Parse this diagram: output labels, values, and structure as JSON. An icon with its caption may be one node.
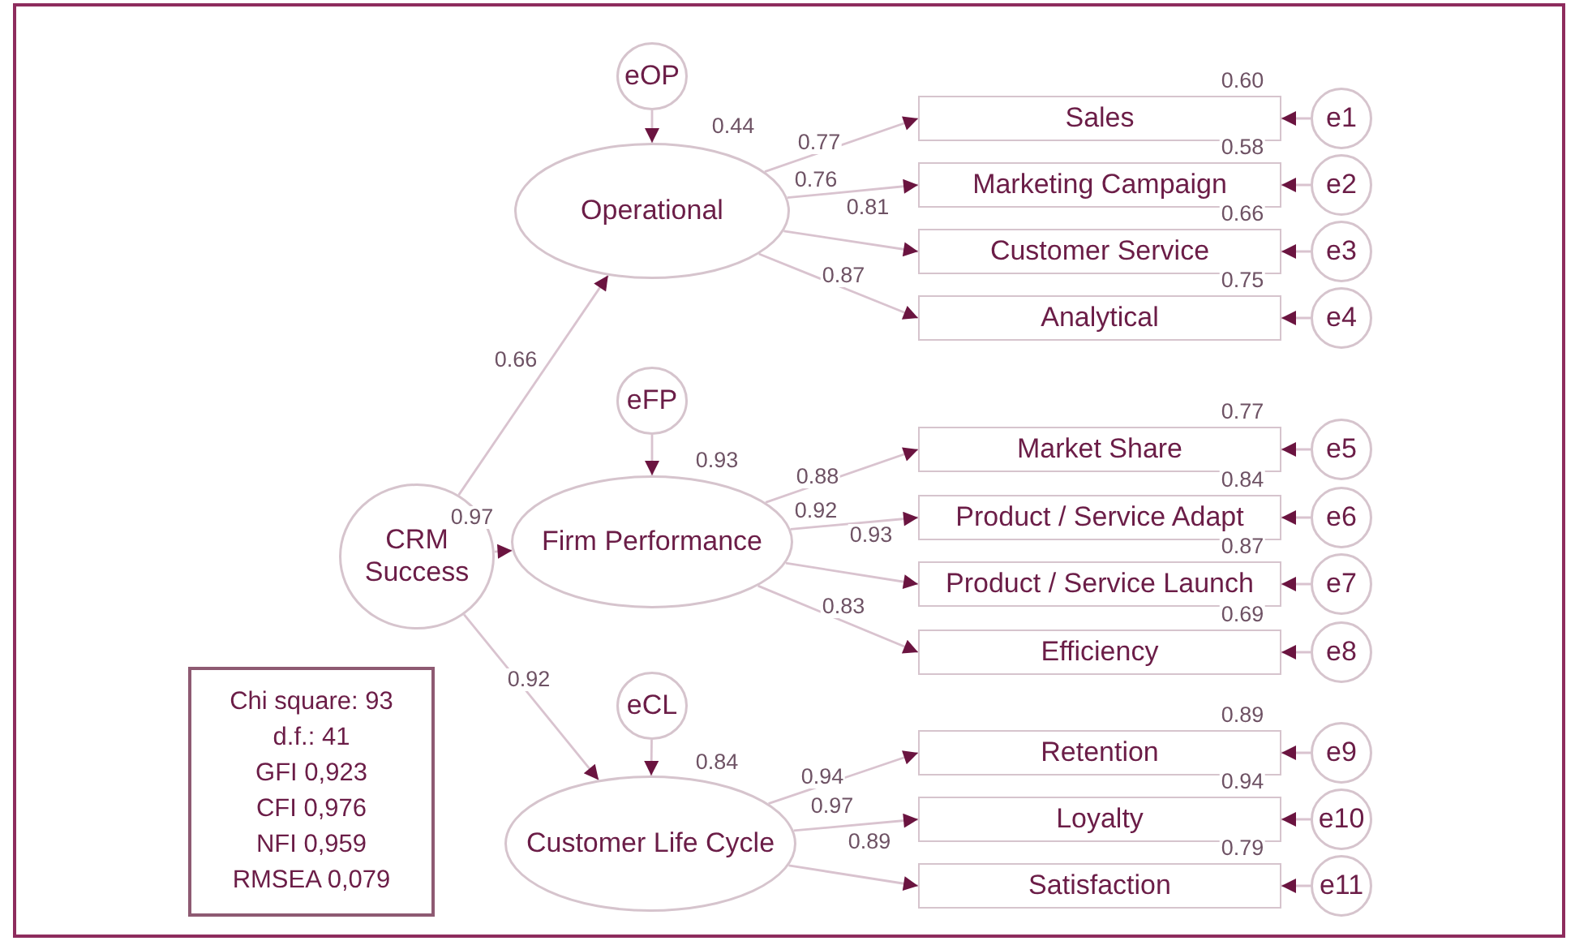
{
  "diagram": {
    "nodes": [
      {
        "text": [
          "CRM Success"
        ]
      },
      {
        "text": [
          "eOP"
        ]
      },
      {
        "text": [
          "Operational"
        ],
        "beside": [
          "0.44"
        ]
      },
      {
        "text": [
          "eFP"
        ]
      },
      {
        "text": [
          "Firm Performance"
        ],
        "beside": [
          "0.93"
        ]
      },
      {
        "text": [
          "eCL"
        ]
      },
      {
        "text": [
          "Customer Life Cycle"
        ],
        "beside": [
          "0.84"
        ]
      },
      {
        "text": [
          "Sales"
        ],
        "beside": [
          "0.60"
        ]
      },
      {
        "text": [
          "Marketing Campaign"
        ],
        "beside": [
          "0.58"
        ]
      },
      {
        "text": [
          "Customer Service"
        ],
        "beside": [
          "0.66"
        ]
      },
      {
        "text": [
          "Analytical"
        ],
        "beside": [
          "0.75"
        ]
      },
      {
        "text": [
          "Market Share"
        ],
        "beside": [
          "0.77"
        ]
      },
      {
        "text": [
          "Product / Service Adapt"
        ],
        "beside": [
          "0.84"
        ]
      },
      {
        "text": [
          "Product / Service Launch"
        ],
        "beside": [
          "0.87"
        ]
      },
      {
        "text": [
          "Efficiency"
        ],
        "beside": [
          "0.69"
        ]
      },
      {
        "text": [
          "Retention"
        ],
        "beside": [
          "0.89"
        ]
      },
      {
        "text": [
          "Loyalty"
        ],
        "beside": [
          "0.94"
        ]
      },
      {
        "text": [
          "Satisfaction"
        ],
        "beside": [
          "0.79"
        ]
      },
      {
        "text": [
          "e1"
        ]
      },
      {
        "text": [
          "e2"
        ]
      },
      {
        "text": [
          "e3"
        ]
      },
      {
        "text": [
          "e4"
        ]
      },
      {
        "text": [
          "e5"
        ]
      },
      {
        "text": [
          "e6"
        ]
      },
      {
        "text": [
          "e7"
        ]
      },
      {
        "text": [
          "e8"
        ]
      },
      {
        "text": [
          "e9"
        ]
      },
      {
        "text": [
          "e10"
        ]
      },
      {
        "text": [
          "e11"
        ]
      },
      {
        "text": [
          "Chi square: 93",
          "d.f.: 41",
          "GFI 0,923",
          "CFI 0,976",
          "NFI 0,959",
          "RMSEA 0,079"
        ]
      }
    ],
    "edges": [
      {
        "from": 1,
        "to": 2,
        "arrow": "to"
      },
      {
        "from": 3,
        "to": 4,
        "arrow": "to"
      },
      {
        "from": 5,
        "to": 6,
        "arrow": "to"
      },
      {
        "from": 0,
        "to": 2,
        "arrow": "to",
        "label": "0.66"
      },
      {
        "from": 0,
        "to": 4,
        "arrow": "to",
        "label": "0.97"
      },
      {
        "from": 0,
        "to": 6,
        "arrow": "to",
        "label": "0.92"
      },
      {
        "from": 2,
        "to": 7,
        "arrow": "to",
        "label": "0.77"
      },
      {
        "from": 2,
        "to": 8,
        "arrow": "to",
        "label": "0.76"
      },
      {
        "from": 2,
        "to": 9,
        "arrow": "to",
        "label": "0.81"
      },
      {
        "from": 2,
        "to": 10,
        "arrow": "to",
        "label": "0.87"
      },
      {
        "from": 4,
        "to": 11,
        "arrow": "to",
        "label": "0.88"
      },
      {
        "from": 4,
        "to": 12,
        "arrow": "to",
        "label": "0.92"
      },
      {
        "from": 4,
        "to": 13,
        "arrow": "to",
        "label": "0.93"
      },
      {
        "from": 4,
        "to": 14,
        "arrow": "to",
        "label": "0.83"
      },
      {
        "from": 6,
        "to": 15,
        "arrow": "to",
        "label": "0.94"
      },
      {
        "from": 6,
        "to": 16,
        "arrow": "to",
        "label": "0.97"
      },
      {
        "from": 6,
        "to": 17,
        "arrow": "to",
        "label": "0.89"
      },
      {
        "from": 18,
        "to": 7,
        "arrow": "to"
      },
      {
        "from": 19,
        "to": 8,
        "arrow": "to"
      },
      {
        "from": 20,
        "to": 9,
        "arrow": "to"
      },
      {
        "from": 21,
        "to": 10,
        "arrow": "to"
      },
      {
        "from": 22,
        "to": 11,
        "arrow": "to"
      },
      {
        "from": 23,
        "to": 12,
        "arrow": "to"
      },
      {
        "from": 24,
        "to": 13,
        "arrow": "to"
      },
      {
        "from": 25,
        "to": 14,
        "arrow": "to"
      },
      {
        "from": 26,
        "to": 15,
        "arrow": "to"
      },
      {
        "from": 27,
        "to": 16,
        "arrow": "to"
      },
      {
        "from": 28,
        "to": 17,
        "arrow": "to"
      }
    ]
  }
}
